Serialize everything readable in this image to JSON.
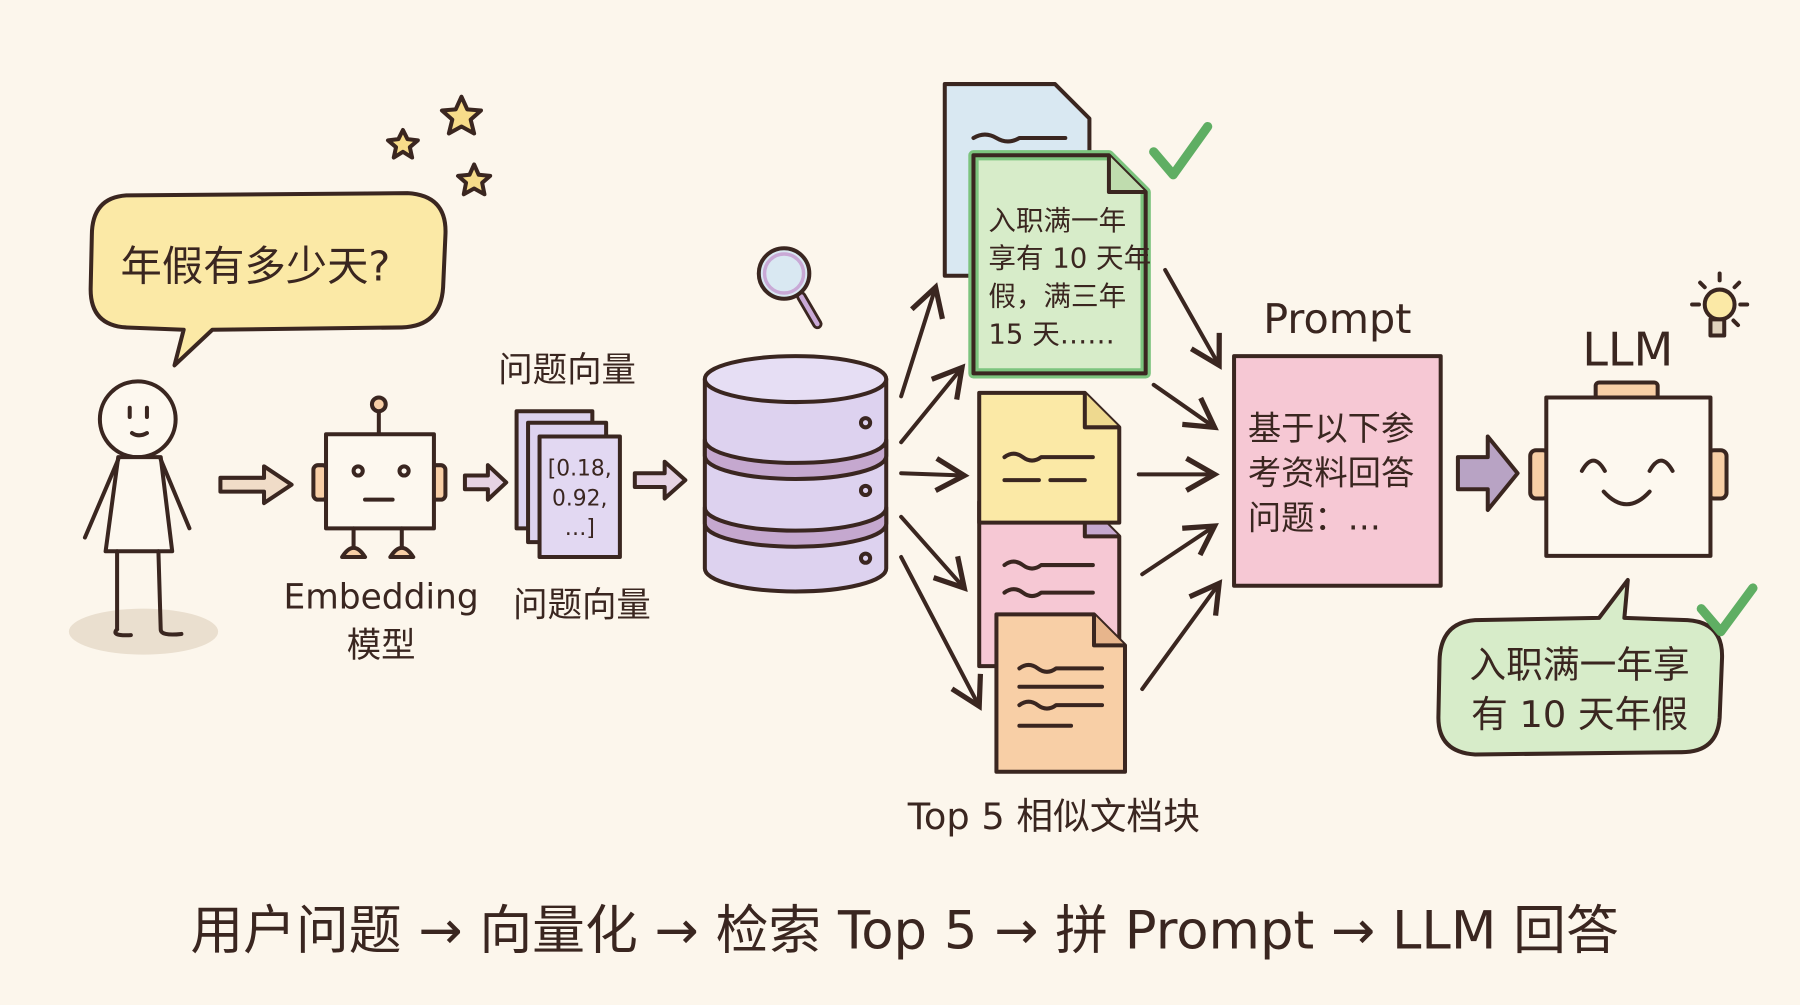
{
  "question_bubble": {
    "text": "年假有多少天?"
  },
  "embedding": {
    "label_line1": "Embedding",
    "label_line2": "模型"
  },
  "vector": {
    "label_top": "问题向量",
    "label_bottom": "问题向量",
    "line1": "[0.18,",
    "line2": "0.92,",
    "line3": "…]"
  },
  "top_doc": {
    "line1": "入职满一年",
    "line2": "享有 10 天年",
    "line3": "假，满三年",
    "line4": "15 天……"
  },
  "docs_label": "Top 5 相似文档块",
  "prompt": {
    "label": "Prompt",
    "line1": "基于以下参",
    "line2": "考资料回答",
    "line3": "问题：…"
  },
  "llm": {
    "label": "LLM"
  },
  "answer_bubble": {
    "line1": "入职满一年享",
    "line2": "有 10 天年假"
  },
  "caption": "用户问题 → 向量化 → 检索 Top 5 → 拼 Prompt → LLM 回答",
  "colors": {
    "background": "#fcf6ec",
    "yellow": "#fbe9a6",
    "purple": "#ddd2ef",
    "green": "#d7ecc9",
    "pink": "#f6c8d4",
    "orange": "#f8cfa6",
    "blue": "#d9e8f2",
    "check": "#5fae63"
  }
}
